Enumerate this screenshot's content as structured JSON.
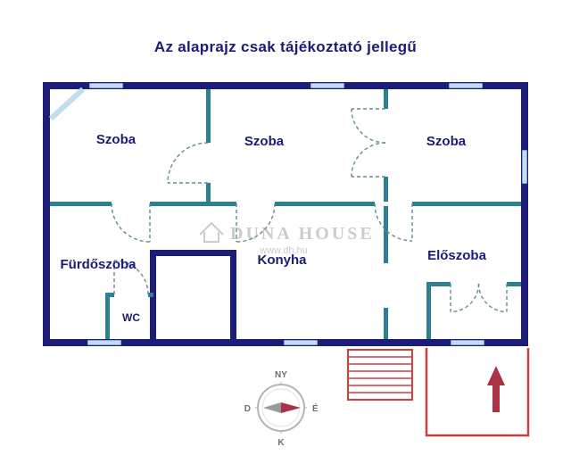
{
  "title": "Az alaprajz csak tájékoztató jellegű",
  "rooms": [
    {
      "label": "Szoba"
    },
    {
      "label": "Szoba"
    },
    {
      "label": "Szoba"
    },
    {
      "label": "Fürdőszoba"
    },
    {
      "label": "WC"
    },
    {
      "label": "Konyha"
    },
    {
      "label": "Előszoba"
    }
  ],
  "watermark": {
    "name": "DUNA HOUSE",
    "url": "www.dh.hu"
  },
  "compass": {
    "west": "NY",
    "south": "D",
    "north": "É",
    "east": "K"
  },
  "colors": {
    "wall": "#1d1d78",
    "iwall": "#2e7f8f",
    "window": "#bfdef2",
    "door": "#5e8c97",
    "stairs": "#cc4040",
    "arrow": "#a93246",
    "label": "#1b1b7a",
    "ring": "#b5b5b5",
    "watermark": "#cccccc"
  }
}
